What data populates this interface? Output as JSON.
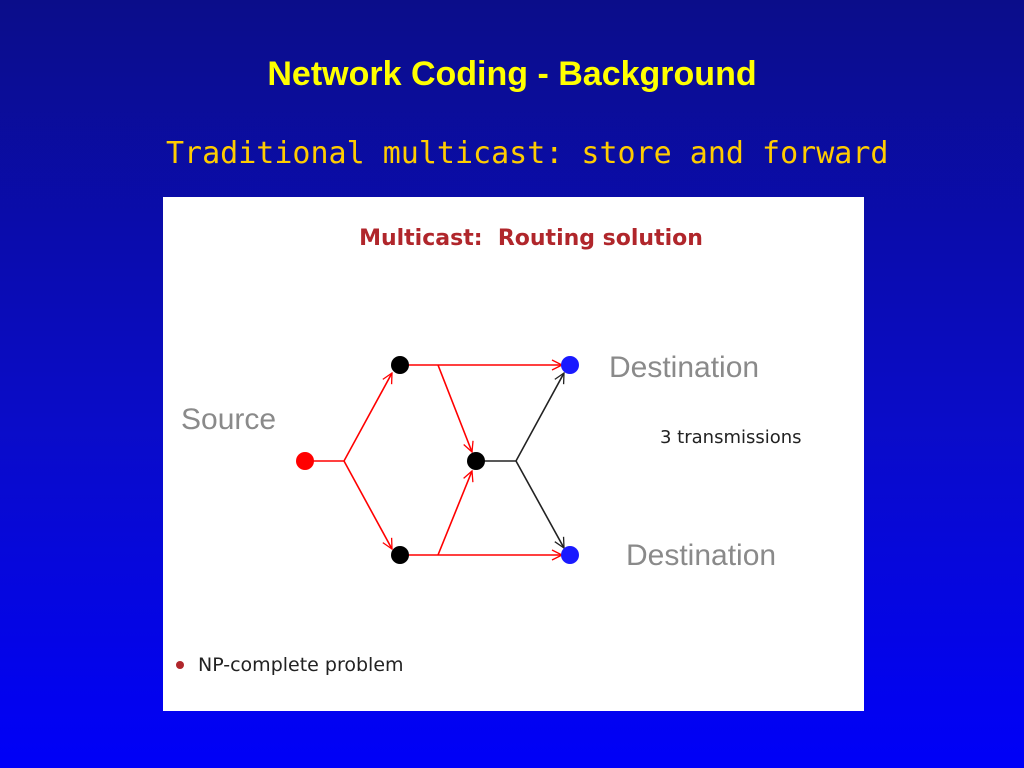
{
  "slide": {
    "title": "Network Coding - Background",
    "subtitle": "Traditional multicast: store and forward"
  },
  "panel": {
    "title": "Multicast:  Routing solution",
    "labels": {
      "source": "Source",
      "destination_top": "Destination",
      "destination_bottom": "Destination",
      "transmissions": "3 transmissions"
    },
    "bullet": "NP-complete problem"
  },
  "colors": {
    "background": "#0a0cc8",
    "title": "#ffff00",
    "subtitle": "#ffcc00",
    "panel_title": "#b0262b",
    "routed_edge": "#ff0000",
    "unrouted_edge": "#000000",
    "source_node": "#ff0000",
    "relay_node": "#000000",
    "destination_node": "#0000ff"
  },
  "graph": {
    "nodes": [
      {
        "id": "source",
        "role": "source"
      },
      {
        "id": "relay-top",
        "role": "relay"
      },
      {
        "id": "relay-bottom",
        "role": "relay"
      },
      {
        "id": "relay-middle",
        "role": "relay"
      },
      {
        "id": "destination-top",
        "role": "destination"
      },
      {
        "id": "destination-bottom",
        "role": "destination"
      }
    ],
    "edges": [
      {
        "from": "source",
        "to": "relay-top",
        "routed": true
      },
      {
        "from": "source",
        "to": "relay-bottom",
        "routed": true
      },
      {
        "from": "relay-top",
        "to": "destination-top",
        "routed": true
      },
      {
        "from": "relay-top",
        "to": "relay-middle",
        "routed": true
      },
      {
        "from": "relay-bottom",
        "to": "destination-bottom",
        "routed": true
      },
      {
        "from": "relay-bottom",
        "to": "relay-middle",
        "routed": true
      },
      {
        "from": "relay-middle",
        "to": "destination-top",
        "routed": false
      },
      {
        "from": "relay-middle",
        "to": "destination-bottom",
        "routed": false
      }
    ]
  }
}
